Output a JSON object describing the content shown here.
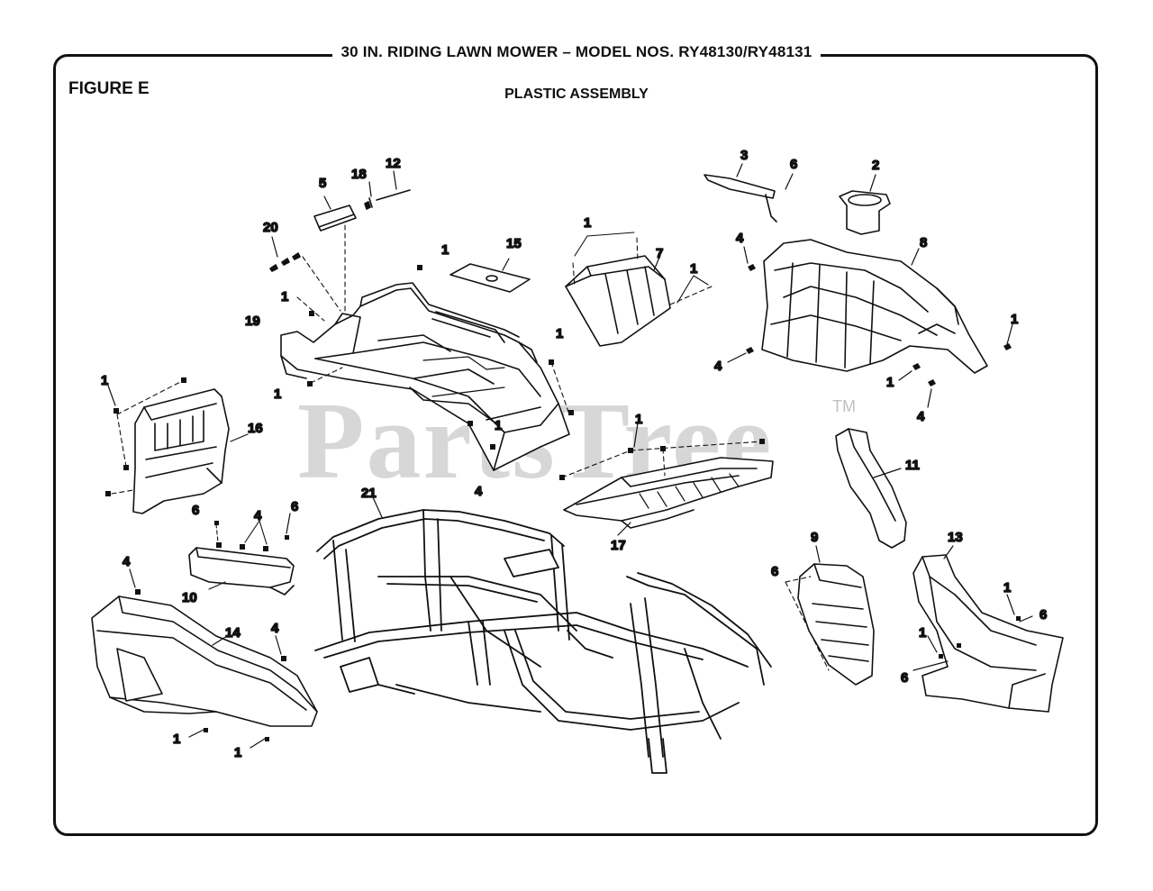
{
  "header": {
    "title": "30 IN. RIDING LAWN MOWER – MODEL NOS. RY48130/RY48131",
    "figure": "FIGURE E",
    "subtitle": "PLASTIC ASSEMBLY"
  },
  "watermark": {
    "text": "PartsTree",
    "tm": "TM"
  },
  "colors": {
    "line": "#111111",
    "watermark": "#969696"
  },
  "callouts": {
    "c12": "12",
    "c18": "18",
    "c5": "5",
    "c20": "20",
    "c1a": "1",
    "c19": "19",
    "c1b": "1",
    "c15": "15",
    "c1c": "1",
    "c1d": "1",
    "c7": "7",
    "c1e": "1",
    "c3": "3",
    "c6a": "6",
    "c2": "2",
    "c4a": "4",
    "c8": "8",
    "c1f": "1",
    "c4b": "4",
    "c1g": "1",
    "c4c": "4",
    "c1h": "1",
    "c16": "16",
    "c1i": "1",
    "c1j": "1",
    "c4d": "4",
    "c1k": "1",
    "c11": "11",
    "c17": "17",
    "c21": "21",
    "c6b": "6",
    "c4e": "4",
    "c6c": "6",
    "c10": "10",
    "c4f": "4",
    "c14": "14",
    "c4g": "4",
    "c1l": "1",
    "c1m": "1",
    "c9": "9",
    "c13": "13",
    "c6d": "6",
    "c1n": "1",
    "c6e": "6",
    "c1o": "1",
    "c6f": "6"
  }
}
